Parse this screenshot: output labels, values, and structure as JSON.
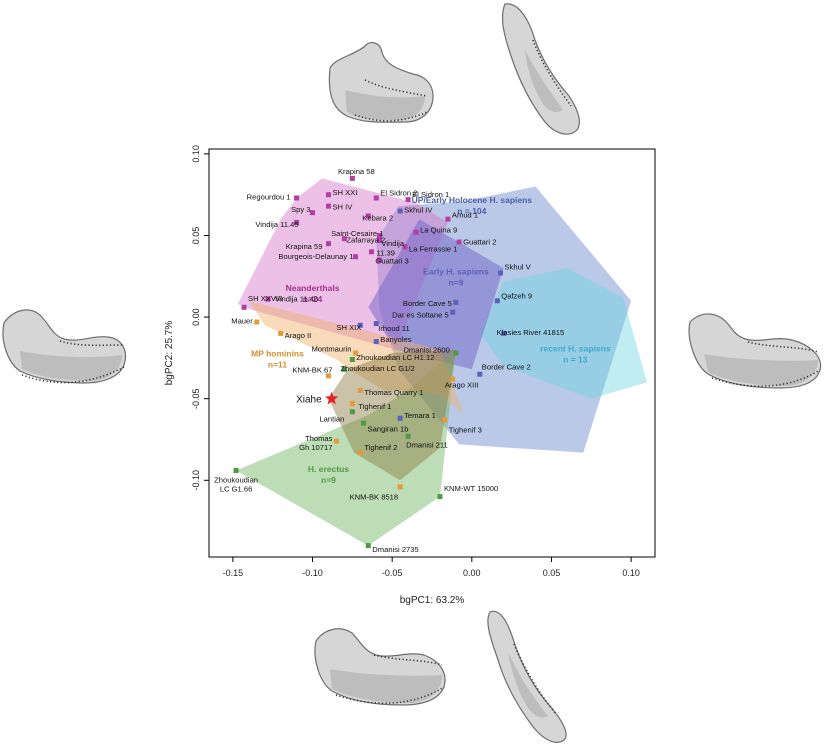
{
  "chart_data": {
    "type": "scatter",
    "xlabel": "bgPC1: 63.2%",
    "ylabel": "bgPC2: 25.7%",
    "xlim": [
      -0.165,
      0.115
    ],
    "ylim": [
      -0.147,
      0.103
    ],
    "xticks": [
      "-0.15",
      "-0.10",
      "-0.05",
      "0.00",
      "0.05",
      "0.10"
    ],
    "xtick_values": [
      -0.15,
      -0.1,
      -0.05,
      0.0,
      0.05,
      0.1
    ],
    "yticks": [
      "0.10",
      "0.05",
      "0.00",
      "-0.05",
      "-0.10"
    ],
    "ytick_values": [
      0.1,
      0.05,
      0.0,
      -0.05,
      -0.1
    ],
    "groups": [
      {
        "id": "up",
        "title": "UP/Early Holocene H. sapiens",
        "count": "n = 104",
        "color": "#5c7fcb",
        "text_color": "#4a5fa8",
        "label_pos": [
          0.0,
          0.07
        ],
        "hull": [
          [
            -0.046,
            0.068
          ],
          [
            -0.005,
            0.071
          ],
          [
            0.04,
            0.08
          ],
          [
            0.1,
            0.01
          ],
          [
            0.07,
            -0.083
          ],
          [
            -0.008,
            -0.078
          ],
          [
            -0.046,
            -0.032
          ],
          [
            -0.058,
            0.005
          ],
          [
            -0.06,
            0.047
          ]
        ]
      },
      {
        "id": "recent",
        "title": "recent H. sapiens",
        "count": "n = 13",
        "color": "#66d3e0",
        "text_color": "#3eaacd",
        "label_pos": [
          0.065,
          -0.021
        ],
        "hull": [
          [
            0.02,
            0.022
          ],
          [
            0.06,
            0.03
          ],
          [
            0.095,
            0.012
          ],
          [
            0.11,
            -0.04
          ],
          [
            0.075,
            -0.05
          ],
          [
            0.02,
            -0.03
          ],
          [
            0.005,
            -0.01
          ]
        ]
      },
      {
        "id": "neanderthals",
        "title": "Neanderthals",
        "count": "n=24",
        "color": "#d676c9",
        "text_color": "#a2328f",
        "label_pos": [
          -0.1,
          0.016
        ],
        "hull": [
          [
            -0.11,
            0.073
          ],
          [
            -0.094,
            0.085
          ],
          [
            -0.035,
            0.07
          ],
          [
            -0.015,
            0.058
          ],
          [
            -0.048,
            -0.02
          ],
          [
            -0.14,
            0.005
          ],
          [
            -0.147,
            0.008
          ],
          [
            -0.12,
            0.06
          ]
        ]
      },
      {
        "id": "early",
        "title": "Early H. sapiens",
        "count": "n=9",
        "color": "#6f63c8",
        "text_color": "#5b5fb8",
        "label_pos": [
          -0.01,
          0.026
        ],
        "hull": [
          [
            -0.065,
            0.006
          ],
          [
            -0.033,
            0.06
          ],
          [
            0.02,
            0.03
          ],
          [
            0.0,
            -0.032
          ],
          [
            -0.048,
            -0.02
          ]
        ]
      },
      {
        "id": "mp",
        "title": "MP hominins",
        "count": "n=11",
        "color": "#f0b065",
        "text_color": "#d38d2d",
        "label_pos": [
          -0.122,
          -0.024
        ],
        "hull": [
          [
            -0.14,
            0.01
          ],
          [
            -0.13,
            -0.005
          ],
          [
            -0.085,
            -0.026
          ],
          [
            -0.077,
            -0.032
          ],
          [
            -0.055,
            -0.045
          ],
          [
            -0.045,
            -0.045
          ],
          [
            -0.02,
            -0.047
          ],
          [
            -0.005,
            -0.06
          ],
          [
            -0.02,
            -0.02
          ]
        ]
      },
      {
        "id": "erectus",
        "title": "H. erectus",
        "count": "n=9",
        "color": "#7cbc6e",
        "text_color": "#4e9a44",
        "label_pos": [
          -0.09,
          -0.095
        ],
        "hull": [
          [
            -0.148,
            -0.094
          ],
          [
            -0.065,
            -0.06
          ],
          [
            -0.04,
            -0.045
          ],
          [
            -0.01,
            -0.02
          ],
          [
            -0.02,
            -0.11
          ],
          [
            -0.065,
            -0.14
          ]
        ]
      },
      {
        "id": "brown",
        "title": "",
        "count": "",
        "color": "#8a7a40",
        "text_color": "#000000",
        "label_pos": [
          0,
          0
        ],
        "hull": [
          [
            -0.078,
            -0.032
          ],
          [
            -0.05,
            -0.022
          ],
          [
            -0.01,
            -0.02
          ],
          [
            -0.02,
            -0.08
          ],
          [
            -0.045,
            -0.1
          ],
          [
            -0.074,
            -0.083
          ],
          [
            -0.09,
            -0.05
          ]
        ]
      }
    ],
    "points": [
      {
        "label": "Krapina 58",
        "x": -0.075,
        "y": 0.085,
        "group": "neanderthals",
        "label_dx": 0,
        "label_dy": -7,
        "anchor": "middle"
      },
      {
        "label": "SH XXI",
        "x": -0.09,
        "y": 0.075,
        "group": "neanderthals",
        "label_dx": 4,
        "label_dy": -2,
        "anchor": "start"
      },
      {
        "label": "El Sidron 2",
        "x": -0.06,
        "y": 0.073,
        "group": "neanderthals",
        "label_dx": 4,
        "label_dy": -5,
        "anchor": "start"
      },
      {
        "label": "El Sidron 1",
        "x": -0.04,
        "y": 0.072,
        "group": "neanderthals",
        "label_dx": 4,
        "label_dy": -5,
        "anchor": "start"
      },
      {
        "label": "Regourdou 1",
        "x": -0.11,
        "y": 0.073,
        "group": "neanderthals",
        "label_dx": -6,
        "label_dy": -1,
        "anchor": "end"
      },
      {
        "label": "SH IV",
        "x": -0.09,
        "y": 0.068,
        "group": "neanderthals",
        "label_dx": 4,
        "label_dy": 1,
        "anchor": "start"
      },
      {
        "label": "Skhul IV",
        "x": -0.045,
        "y": 0.065,
        "group": "early",
        "label_dx": 4,
        "label_dy": -1,
        "anchor": "start"
      },
      {
        "label": "Spy 3",
        "x": -0.1,
        "y": 0.064,
        "group": "neanderthals",
        "label_dx": -2,
        "label_dy": -3,
        "anchor": "end"
      },
      {
        "label": "Kebara 2",
        "x": -0.065,
        "y": 0.062,
        "group": "neanderthals",
        "label_dx": -6,
        "label_dy": 2,
        "anchor": "start"
      },
      {
        "label": "Vindija 11.45",
        "x": -0.11,
        "y": 0.058,
        "group": "neanderthals",
        "label_dx": 2,
        "label_dy": 2,
        "anchor": "end"
      },
      {
        "label": "Amud 1",
        "x": -0.015,
        "y": 0.06,
        "group": "neanderthals",
        "label_dx": 4,
        "label_dy": -4,
        "anchor": "start"
      },
      {
        "label": "La Quina 9",
        "x": -0.035,
        "y": 0.052,
        "group": "neanderthals",
        "label_dx": 0,
        "label_dy": -2,
        "anchor": "start"
      },
      {
        "label": "Saint-Cesaire 1",
        "x": -0.058,
        "y": 0.05,
        "group": "neanderthals",
        "label_dx": 0,
        "label_dy": -2,
        "anchor": "end"
      },
      {
        "label": "Zafarraya 2",
        "x": -0.08,
        "y": 0.048,
        "group": "neanderthals",
        "label_dx": 2,
        "label_dy": 1,
        "anchor": "start"
      },
      {
        "label": "Vindija",
        "x": -0.058,
        "y": 0.047,
        "group": "neanderthals",
        "label_dx": 2,
        "label_dy": 3,
        "anchor": "start"
      },
      {
        "label": "Guattari 2",
        "x": -0.008,
        "y": 0.046,
        "group": "neanderthals",
        "label_dx": 4,
        "label_dy": 0,
        "anchor": "start"
      },
      {
        "label": "Krapina 59",
        "x": -0.09,
        "y": 0.045,
        "group": "neanderthals",
        "label_dx": -6,
        "label_dy": 3,
        "anchor": "end"
      },
      {
        "label": "La Ferrassie 1",
        "x": -0.042,
        "y": 0.043,
        "group": "neanderthals",
        "label_dx": 4,
        "label_dy": 2,
        "anchor": "start"
      },
      {
        "label": "11.39",
        "x": -0.063,
        "y": 0.04,
        "group": "neanderthals",
        "label_dx": 5,
        "label_dy": 1,
        "anchor": "start"
      },
      {
        "label": "Bourgeois-Delaunay 1",
        "x": -0.073,
        "y": 0.037,
        "group": "neanderthals",
        "label_dx": -2,
        "label_dy": 0,
        "anchor": "end"
      },
      {
        "label": "Guattari 3",
        "x": -0.058,
        "y": 0.035,
        "group": "neanderthals",
        "label_dx": -4,
        "label_dy": 1,
        "anchor": "start"
      },
      {
        "label": "Skhul V",
        "x": 0.018,
        "y": 0.027,
        "group": "early",
        "label_dx": 0,
        "label_dy": -6,
        "anchor": "start"
      },
      {
        "label": "SH XXVIII",
        "x": -0.143,
        "y": 0.006,
        "group": "neanderthals",
        "label_dx": 0,
        "label_dy": -9,
        "anchor": "start"
      },
      {
        "label": "Vindija 11.40",
        "x": -0.128,
        "y": 0.011,
        "group": "neanderthals",
        "label_dx": 7,
        "label_dy": 0,
        "anchor": "start"
      },
      {
        "label": "Qafzeh 9",
        "x": 0.016,
        "y": 0.01,
        "group": "early",
        "label_dx": 4,
        "label_dy": -5,
        "anchor": "start"
      },
      {
        "label": "Border Cave 5",
        "x": -0.01,
        "y": 0.009,
        "group": "early",
        "label_dx": -4,
        "label_dy": 1,
        "anchor": "end"
      },
      {
        "label": "Dar es Soltane 5",
        "x": -0.012,
        "y": 0.003,
        "group": "early",
        "label_dx": -4,
        "label_dy": 3,
        "anchor": "end"
      },
      {
        "label": "Klasies River 41815",
        "x": 0.02,
        "y": -0.01,
        "group": "early",
        "label_dx": -7,
        "label_dy": -1,
        "anchor": "start"
      },
      {
        "label": "Mauer",
        "x": -0.135,
        "y": -0.003,
        "group": "mp",
        "label_dx": -4,
        "label_dy": -1,
        "anchor": "end"
      },
      {
        "label": "SH XIX",
        "x": -0.07,
        "y": -0.005,
        "group": "early",
        "label_dx": 1,
        "label_dy": 2,
        "anchor": "end"
      },
      {
        "label": "Irhoud 11",
        "x": -0.06,
        "y": -0.004,
        "group": "early",
        "label_dx": 2,
        "label_dy": 5,
        "anchor": "start"
      },
      {
        "label": "Arago II",
        "x": -0.12,
        "y": -0.01,
        "group": "mp",
        "label_dx": 4,
        "label_dy": 2,
        "anchor": "start"
      },
      {
        "label": "Dmanisi 2600",
        "x": -0.01,
        "y": -0.022,
        "group": "erectus",
        "label_dx": -6,
        "label_dy": -3,
        "anchor": "end"
      },
      {
        "label": "Montmaurin",
        "x": -0.073,
        "y": -0.022,
        "group": "mp",
        "label_dx": -4,
        "label_dy": -4,
        "anchor": "end"
      },
      {
        "label": "Banyoles",
        "x": -0.06,
        "y": -0.015,
        "group": "early",
        "label_dx": 0,
        "label_dy": -2,
        "anchor": "start"
      },
      {
        "label": "Zhoukoudian LC H1.12",
        "x": -0.075,
        "y": -0.026,
        "group": "erectus",
        "label_dx": 4,
        "label_dy": -2,
        "anchor": "start"
      },
      {
        "label": "Border Cave 2",
        "x": 0.005,
        "y": -0.035,
        "group": "early",
        "label_dx": 2,
        "label_dy": -7,
        "anchor": "start"
      },
      {
        "label": "KNM-BK 67",
        "x": -0.09,
        "y": -0.036,
        "group": "mp",
        "label_dx": 0,
        "label_dy": -6,
        "anchor": "end"
      },
      {
        "label": "Zhoukoudian LC G1/2",
        "x": -0.08,
        "y": -0.032,
        "group": "erectus",
        "label_dx": -4,
        "label_dy": -1,
        "anchor": "start"
      },
      {
        "label": "Arago XIII",
        "x": -0.012,
        "y": -0.038,
        "group": "mp",
        "label_dx": -8,
        "label_dy": 6,
        "anchor": "start"
      },
      {
        "label": "Thomas Quarry 1",
        "x": -0.07,
        "y": -0.045,
        "group": "mp",
        "label_dx": 4,
        "label_dy": 2,
        "anchor": "start"
      },
      {
        "label": "Tighenif 1",
        "x": -0.075,
        "y": -0.053,
        "group": "mp",
        "label_dx": 6,
        "label_dy": 3,
        "anchor": "start"
      },
      {
        "label": "Temara 1",
        "x": -0.045,
        "y": -0.062,
        "group": "early",
        "label_dx": 0,
        "label_dy": -3,
        "anchor": "start"
      },
      {
        "label": "Lantian",
        "x": -0.075,
        "y": -0.058,
        "group": "erectus",
        "label_dx": -8,
        "label_dy": 7,
        "anchor": "end"
      },
      {
        "label": "Tighenif 3",
        "x": -0.017,
        "y": -0.063,
        "group": "mp",
        "label_dx": 0,
        "label_dy": 10,
        "anchor": "start"
      },
      {
        "label": "Sangiran 1b",
        "x": -0.068,
        "y": -0.065,
        "group": "erectus",
        "label_dx": 0,
        "label_dy": 6,
        "anchor": "start"
      },
      {
        "label": "Dmanisi 211",
        "x": -0.04,
        "y": -0.073,
        "group": "erectus",
        "label_dx": -2,
        "label_dy": 9,
        "anchor": "start"
      },
      {
        "label": "Thomas Gh 10717",
        "x": -0.085,
        "y": -0.076,
        "group": "mp",
        "label_dx": 0,
        "label_dy": 0,
        "anchor": "end"
      },
      {
        "label": "Tighenif 2",
        "x": -0.07,
        "y": -0.083,
        "group": "mp",
        "label_dx": 4,
        "label_dy": -5,
        "anchor": "start"
      },
      {
        "label": "Zhoukoudian LC G1.66",
        "x": -0.148,
        "y": -0.094,
        "group": "erectus",
        "label_dx": 0,
        "label_dy": 0,
        "anchor": "middle"
      },
      {
        "label": "KNM-BK 8518",
        "x": -0.045,
        "y": -0.104,
        "group": "mp",
        "label_dx": -2,
        "label_dy": 10,
        "anchor": "end"
      },
      {
        "label": "KNM-WT 15000",
        "x": -0.02,
        "y": -0.11,
        "group": "erectus",
        "label_dx": 4,
        "label_dy": -8,
        "anchor": "start"
      },
      {
        "label": "Dmanisi 2735",
        "x": -0.065,
        "y": -0.14,
        "group": "erectus",
        "label_dx": 4,
        "label_dy": 4,
        "anchor": "start"
      }
    ],
    "highlight": {
      "label": "Xiahe",
      "x": -0.088,
      "y": -0.05,
      "color": "#e52222"
    }
  }
}
